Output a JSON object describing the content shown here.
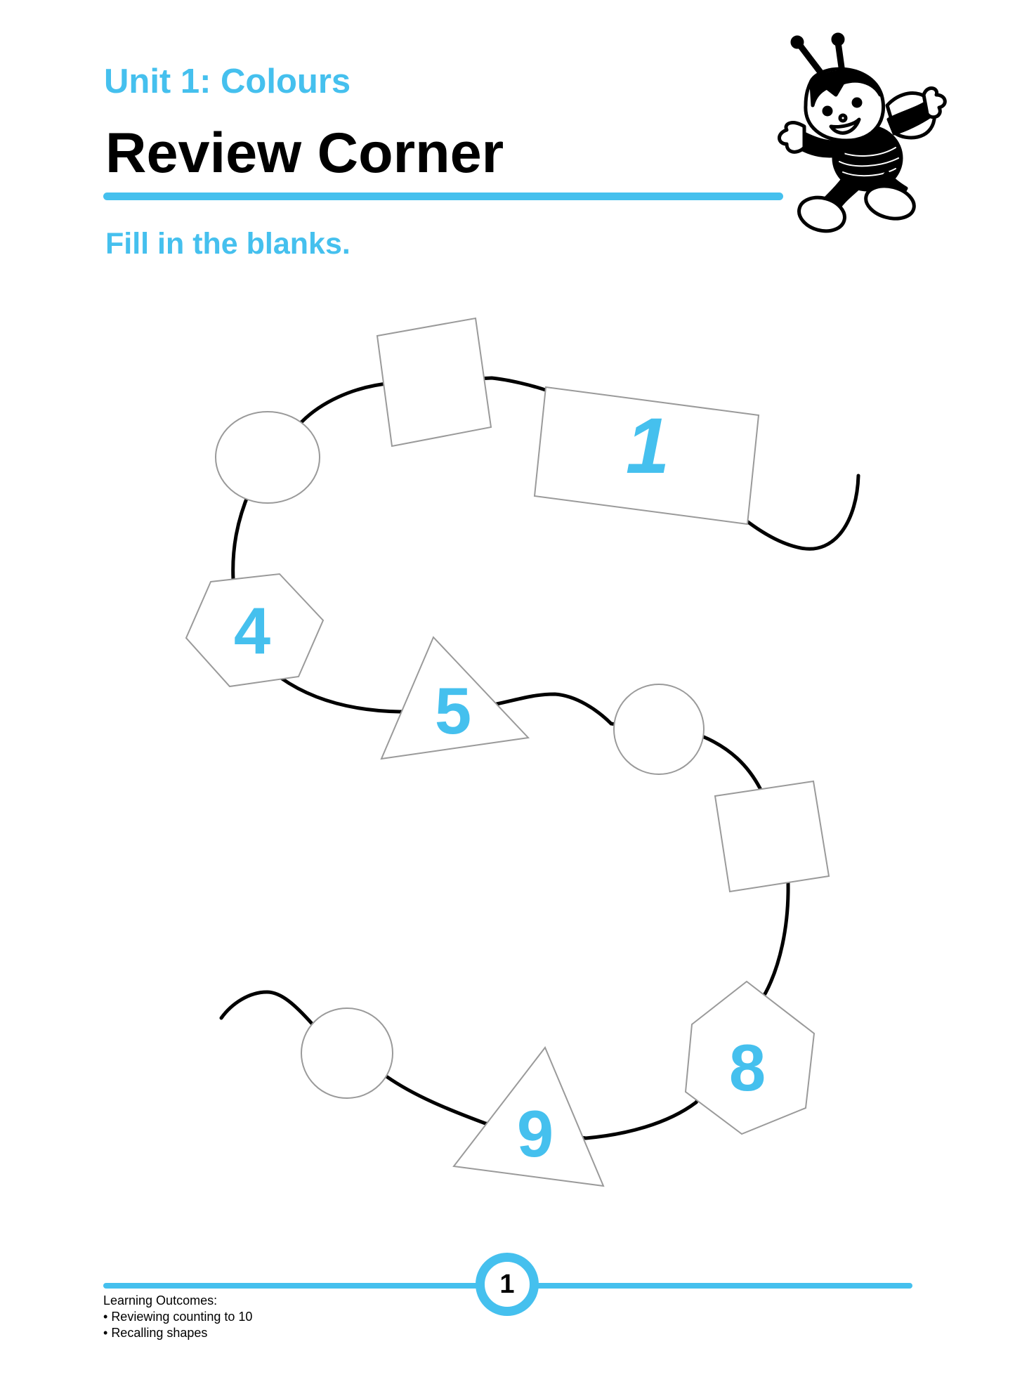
{
  "header": {
    "unit_label": "Unit 1: Colours",
    "title": "Review Corner",
    "accent_color": "#45c0ee"
  },
  "mascot": {
    "icon": "bee-mascot-icon"
  },
  "instruction": "Fill in the blanks.",
  "activity": {
    "path_color": "#000000",
    "shape_stroke": "#9a9a9a",
    "number_color": "#45c0ee",
    "shapes": [
      {
        "order": 1,
        "shape": "rectangle",
        "number": "1"
      },
      {
        "order": 2,
        "shape": "square",
        "number": ""
      },
      {
        "order": 3,
        "shape": "circle",
        "number": ""
      },
      {
        "order": 4,
        "shape": "hexagon",
        "number": "4"
      },
      {
        "order": 5,
        "shape": "triangle",
        "number": "5"
      },
      {
        "order": 6,
        "shape": "circle",
        "number": ""
      },
      {
        "order": 7,
        "shape": "square",
        "number": ""
      },
      {
        "order": 8,
        "shape": "hexagon",
        "number": "8"
      },
      {
        "order": 9,
        "shape": "triangle",
        "number": "9"
      },
      {
        "order": 10,
        "shape": "circle",
        "number": ""
      }
    ]
  },
  "footer": {
    "page_number": "1",
    "learning_outcomes_title": "Learning Outcomes:",
    "learning_outcomes": [
      "Reviewing counting to 10",
      "Recalling shapes"
    ]
  }
}
